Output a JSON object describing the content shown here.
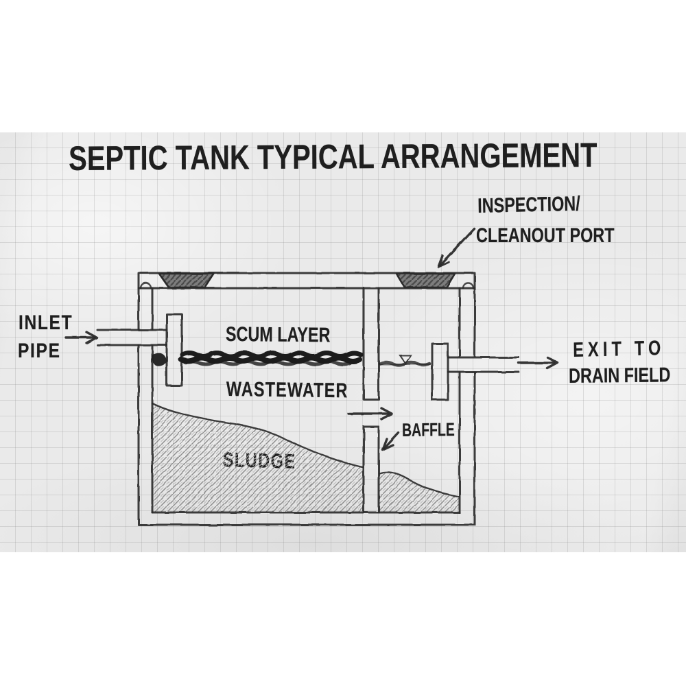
{
  "colors": {
    "paper": "#eaeaea",
    "grid": "#c9c9c9",
    "ink": "#2a2a2a",
    "text": "#1f1f1f",
    "scum": "#1b1b1b",
    "port_fill": "#7d7d7d",
    "port_hatch": "#4c4c4c",
    "sludge_hatch": "#8f8f8f"
  },
  "title": "SEPTIC TANK TYPICAL ARRANGEMENT",
  "labels": {
    "inspection_line1": "INSPECTION/",
    "inspection_line2": "CLEANOUT PORT",
    "inlet_line1": "INLET",
    "inlet_line2": "PIPE",
    "scum_layer": "SCUM LAYER",
    "wastewater": "WASTEWATER",
    "sludge": "SLUDGE",
    "baffle": "BAFFLE",
    "exit_line1": "EXIT TO",
    "exit_line2": "DRAIN FIELD"
  }
}
